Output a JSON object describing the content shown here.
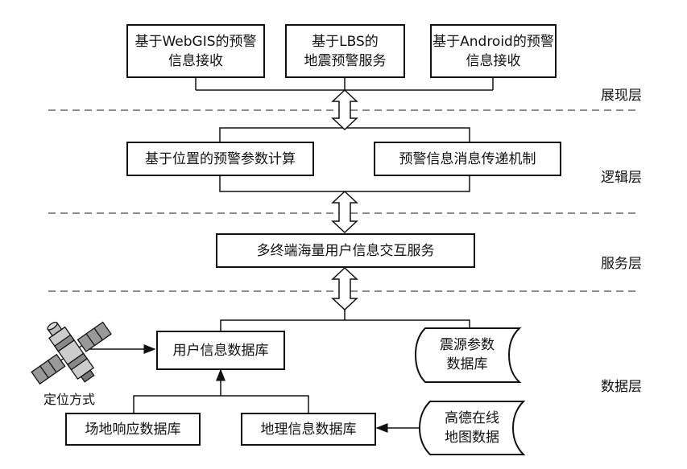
{
  "layers": {
    "presentation": "展现层",
    "logic": "逻辑层",
    "service": "服务层",
    "data": "数据层"
  },
  "presentation_boxes": {
    "webgis": "基于WebGIS的预警\n信息接收",
    "lbs": "基于LBS的\n地震预警服务",
    "android": "基于Android的预警\n信息接收"
  },
  "logic_boxes": {
    "location_calc": "基于位置的预警参数计算",
    "message_mechanism": "预警信息消息传递机制"
  },
  "service_boxes": {
    "interaction": "多终端海量用户信息交互服务"
  },
  "data_boxes": {
    "user_db": "用户信息数据库",
    "source_db": "震源参数\n数据库",
    "site_db": "场地响应数据库",
    "geo_db": "地理信息数据库",
    "amap": "高德在线\n地图数据"
  },
  "satellite_label": "定位方式",
  "colors": {
    "stroke": "#111111",
    "background": "#ffffff"
  }
}
